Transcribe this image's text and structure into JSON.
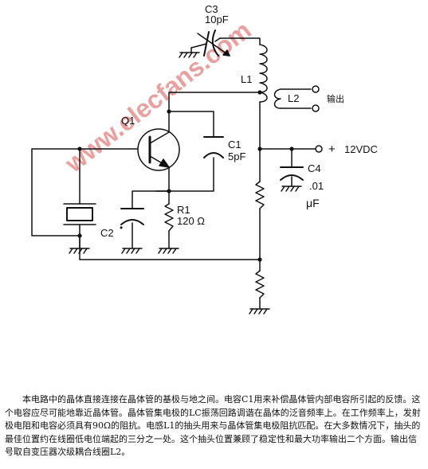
{
  "watermark": "www.elecfans.com",
  "labels": {
    "c3_name": "C3",
    "c3_value": "10pF",
    "l1": "L1",
    "l2": "L2",
    "output": "输出",
    "q1": "Q1",
    "c1_name": "C1",
    "c1_value": "5pF",
    "plus": "+",
    "supply": "12VDC",
    "c4_name": "C4",
    "c4_value": ".01",
    "c4_unit": "μF",
    "r1_name": "R1",
    "r1_value": "120 Ω",
    "c2_name": "C2",
    "c2_dot": "•"
  },
  "description": "本电路中的晶体直接连接在晶体管的基极与地之间。电容C1用来补偿晶体管内部电容所引起的反馈。这个电容应尽可能地靠近晶体管。晶体管集电极的LC振荡回路调谐在晶体的泛音频率上。在工作频率上，发射极电阻和电容必须具有90Ω的阻抗。电感L1的抽头用来与晶体管集电极阻抗匹配。在大多数情况下，抽头的最佳位置约在线圈低电位端起的三分之一处。这个抽头位置兼顾了稳定性和最大功率输出二个方面。输出信号取自变压器次级耦合线圈L2。"
}
